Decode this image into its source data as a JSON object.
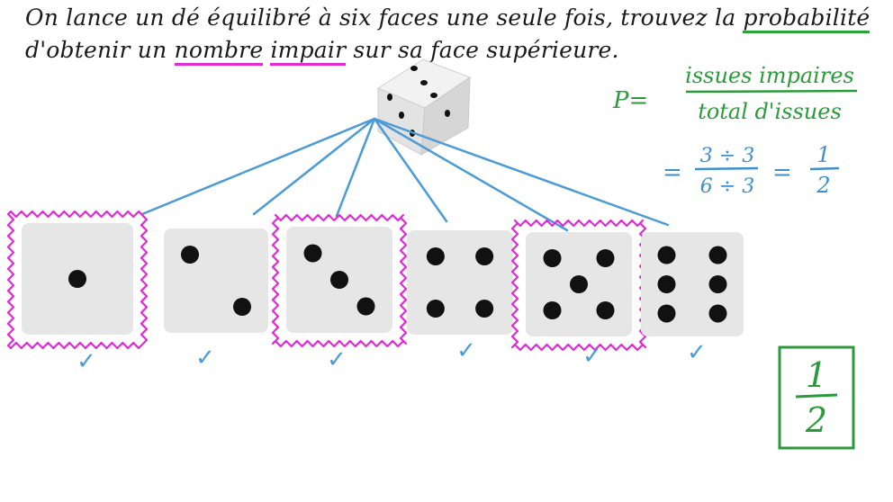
{
  "question": {
    "line1_a": "On lance un dé équilibré à six faces une seule fois, trouvez la ",
    "line1_b": "probabilité",
    "line2_a": "d'obtenir un ",
    "line2_b": "nombre",
    "line2_c": " ",
    "line2_d": "impair",
    "line2_e": " sur sa face supérieure."
  },
  "formula": {
    "p_label": "P=",
    "numerator": "issues impaires",
    "denominator": "total d'issues",
    "equals1": "=",
    "frac_num": "3 ÷ 3",
    "frac_den": "6 ÷ 3",
    "equals2": "=",
    "result_num": "1",
    "result_den": "2"
  },
  "answer_box": {
    "num": "1",
    "den": "2"
  },
  "faces": [
    {
      "value": 1,
      "odd": true,
      "check": "✓"
    },
    {
      "value": 2,
      "odd": false,
      "check": "✓"
    },
    {
      "value": 3,
      "odd": true,
      "check": "✓"
    },
    {
      "value": 4,
      "odd": false,
      "check": "✓"
    },
    {
      "value": 5,
      "odd": true,
      "check": "✓"
    },
    {
      "value": 6,
      "odd": false,
      "check": "✓"
    }
  ],
  "colors": {
    "line": "#4a9bd6",
    "highlight": "#e02bd6",
    "green": "#2b9a3a",
    "blue": "#3d8fd0",
    "die_face": "#e6e6e6",
    "pip": "#111111"
  }
}
